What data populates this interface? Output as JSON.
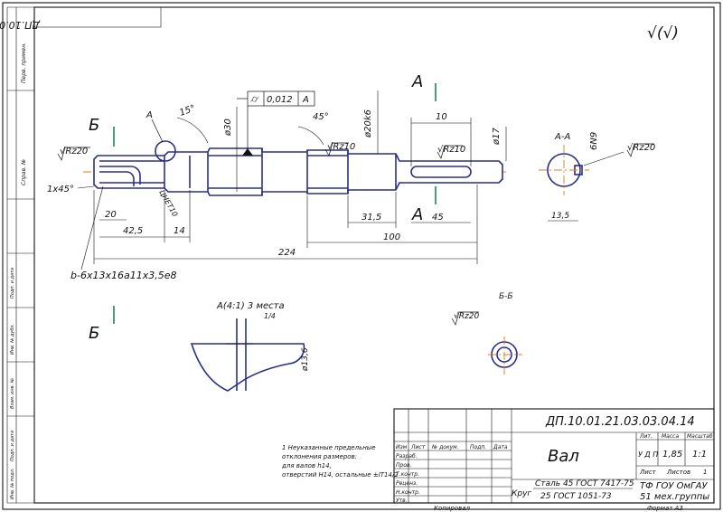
{
  "doc_code": "ДП.10.01.21.03.03.04.14",
  "roughness": {
    "general": "√(√)",
    "rz20": "√Rz20",
    "rz10": "√Rz10"
  },
  "section_labels": {
    "a": "А",
    "b": "Б",
    "aa": "А-А",
    "bb": "Б-Б",
    "detail_ref": "А"
  },
  "shaft": {
    "tolerance_frame": {
      "symbol": "⌭",
      "value": "0,012",
      "datum": "А"
    },
    "dims": {
      "chamfer": "1x45°",
      "angle_left": "15°",
      "angle_right": "45°",
      "dia_30": "ø30",
      "dia_20": "ø20k6",
      "dia_17": "ø17",
      "len_10": "10",
      "len_20": "20",
      "len_425": "42,5",
      "len_14": "14",
      "len_315": "31,5",
      "len_45": "45",
      "len_100": "100",
      "len_224": "224",
      "spline": "b-6x13x16a11x3,5e8",
      "thread_note": "ЦНЕТ10",
      "key_width": "6N9",
      "depth_135": "13,5"
    }
  },
  "detail_view": {
    "label": "А(4:1) 3 места",
    "scale": "1/4",
    "dia": "ø13,6"
  },
  "notes": [
    "1 Неуказанные предельные",
    "отклонения размеров:",
    "для валов h14,",
    "отверстий H14, остальные ±IT14/2"
  ],
  "title_block": {
    "part_name": "Вал",
    "material_line1": "Сталь 45 ГОСТ 7417-75",
    "material_line2": "25 ГОСТ 1051-73",
    "material_prefix": "Круг",
    "org_line1": "ТФ ГОУ ОмГАУ",
    "org_line2": "51 мех.группы",
    "col_lit": "Лит.",
    "col_mass": "Масса",
    "col_scale": "Масштаб",
    "mass": "1,85",
    "scale": "1:1",
    "lit_val": "У Д П",
    "sheet_label": "Лист",
    "sheets_label": "Листов",
    "sheets_count": "1",
    "rows": [
      "Изм",
      "Разраб.",
      "Пров.",
      "Т.контр.",
      "Реценз.",
      "Н.контр.",
      "Утв."
    ],
    "col_heads": [
      "Изм",
      "Лист",
      "№ докум.",
      "Подп.",
      "Дата"
    ],
    "footer_copy": "Копировал",
    "footer_format": "Формат А3"
  },
  "left_strip": [
    "Перв. примен.",
    "Справ. №",
    "Подп. и дата",
    "Инв. № дубл.",
    "Взам. инв. №",
    "Подп. и дата",
    "Инв. № подл."
  ]
}
